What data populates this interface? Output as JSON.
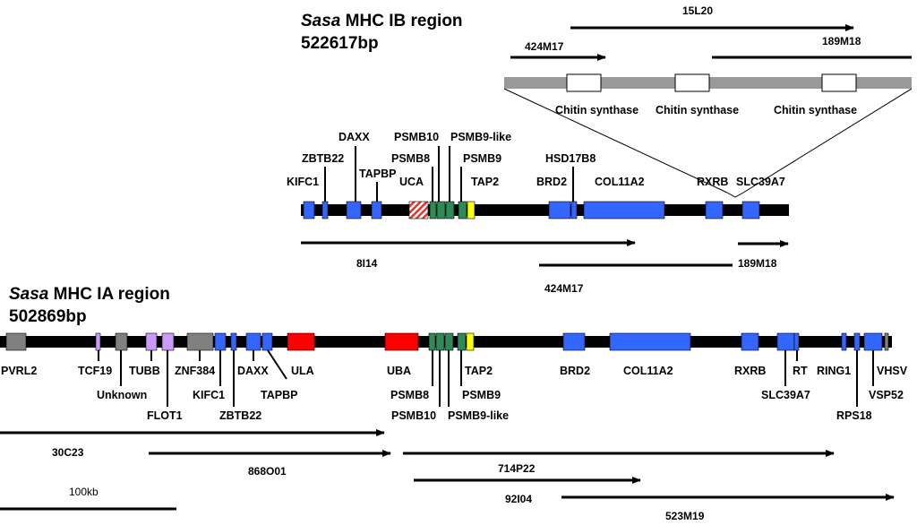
{
  "colors": {
    "blue": "#3366ff",
    "green": "#2e8b57",
    "yellow": "#ffff00",
    "red": "#ff0000",
    "gray": "#808080",
    "lavender": "#cc99ff",
    "white": "#ffffff",
    "black": "#000000",
    "hatch": "#e8332b",
    "band": "#999999"
  },
  "region_ib": {
    "title_italic": "Sasa",
    "title_rest": " MHC IB region",
    "length": "522617bp",
    "genes": [
      "KIFC1",
      "ZBTB22",
      "DAXX",
      "TAPBP",
      "UCA",
      "PSMB8",
      "PSMB10",
      "PSMB9-like",
      "PSMB9",
      "TAP2",
      "BRD2",
      "HSD17B8",
      "COL11A2",
      "RXRB",
      "SLC39A7"
    ],
    "clones": [
      "8I14",
      "424M17",
      "189M18"
    ],
    "inset": {
      "clones": [
        "15L20",
        "424M17",
        "189M18"
      ],
      "genes": [
        "Chitin synthase",
        "Chitin synthase",
        "Chitin synthase"
      ]
    }
  },
  "region_ia": {
    "title_italic": "Sasa",
    "title_rest": " MHC IA region",
    "length": "502869bp",
    "genes": [
      "PVRL2",
      "TCF19",
      "Unknown",
      "TUBB",
      "FLOT1",
      "ZNF384",
      "KIFC1",
      "ZBTB22",
      "DAXX",
      "TAPBP",
      "ULA",
      "UBA",
      "PSMB8",
      "PSMB10",
      "PSMB9-like",
      "PSMB9",
      "TAP2",
      "BRD2",
      "COL11A2",
      "RXRB",
      "SLC39A7",
      "RT",
      "RING1",
      "RPS18",
      "VSP52",
      "VHSV"
    ],
    "clones": [
      "30C23",
      "868O01",
      "714P22",
      "92I04",
      "523M19"
    ]
  },
  "scale_label": "100kb"
}
